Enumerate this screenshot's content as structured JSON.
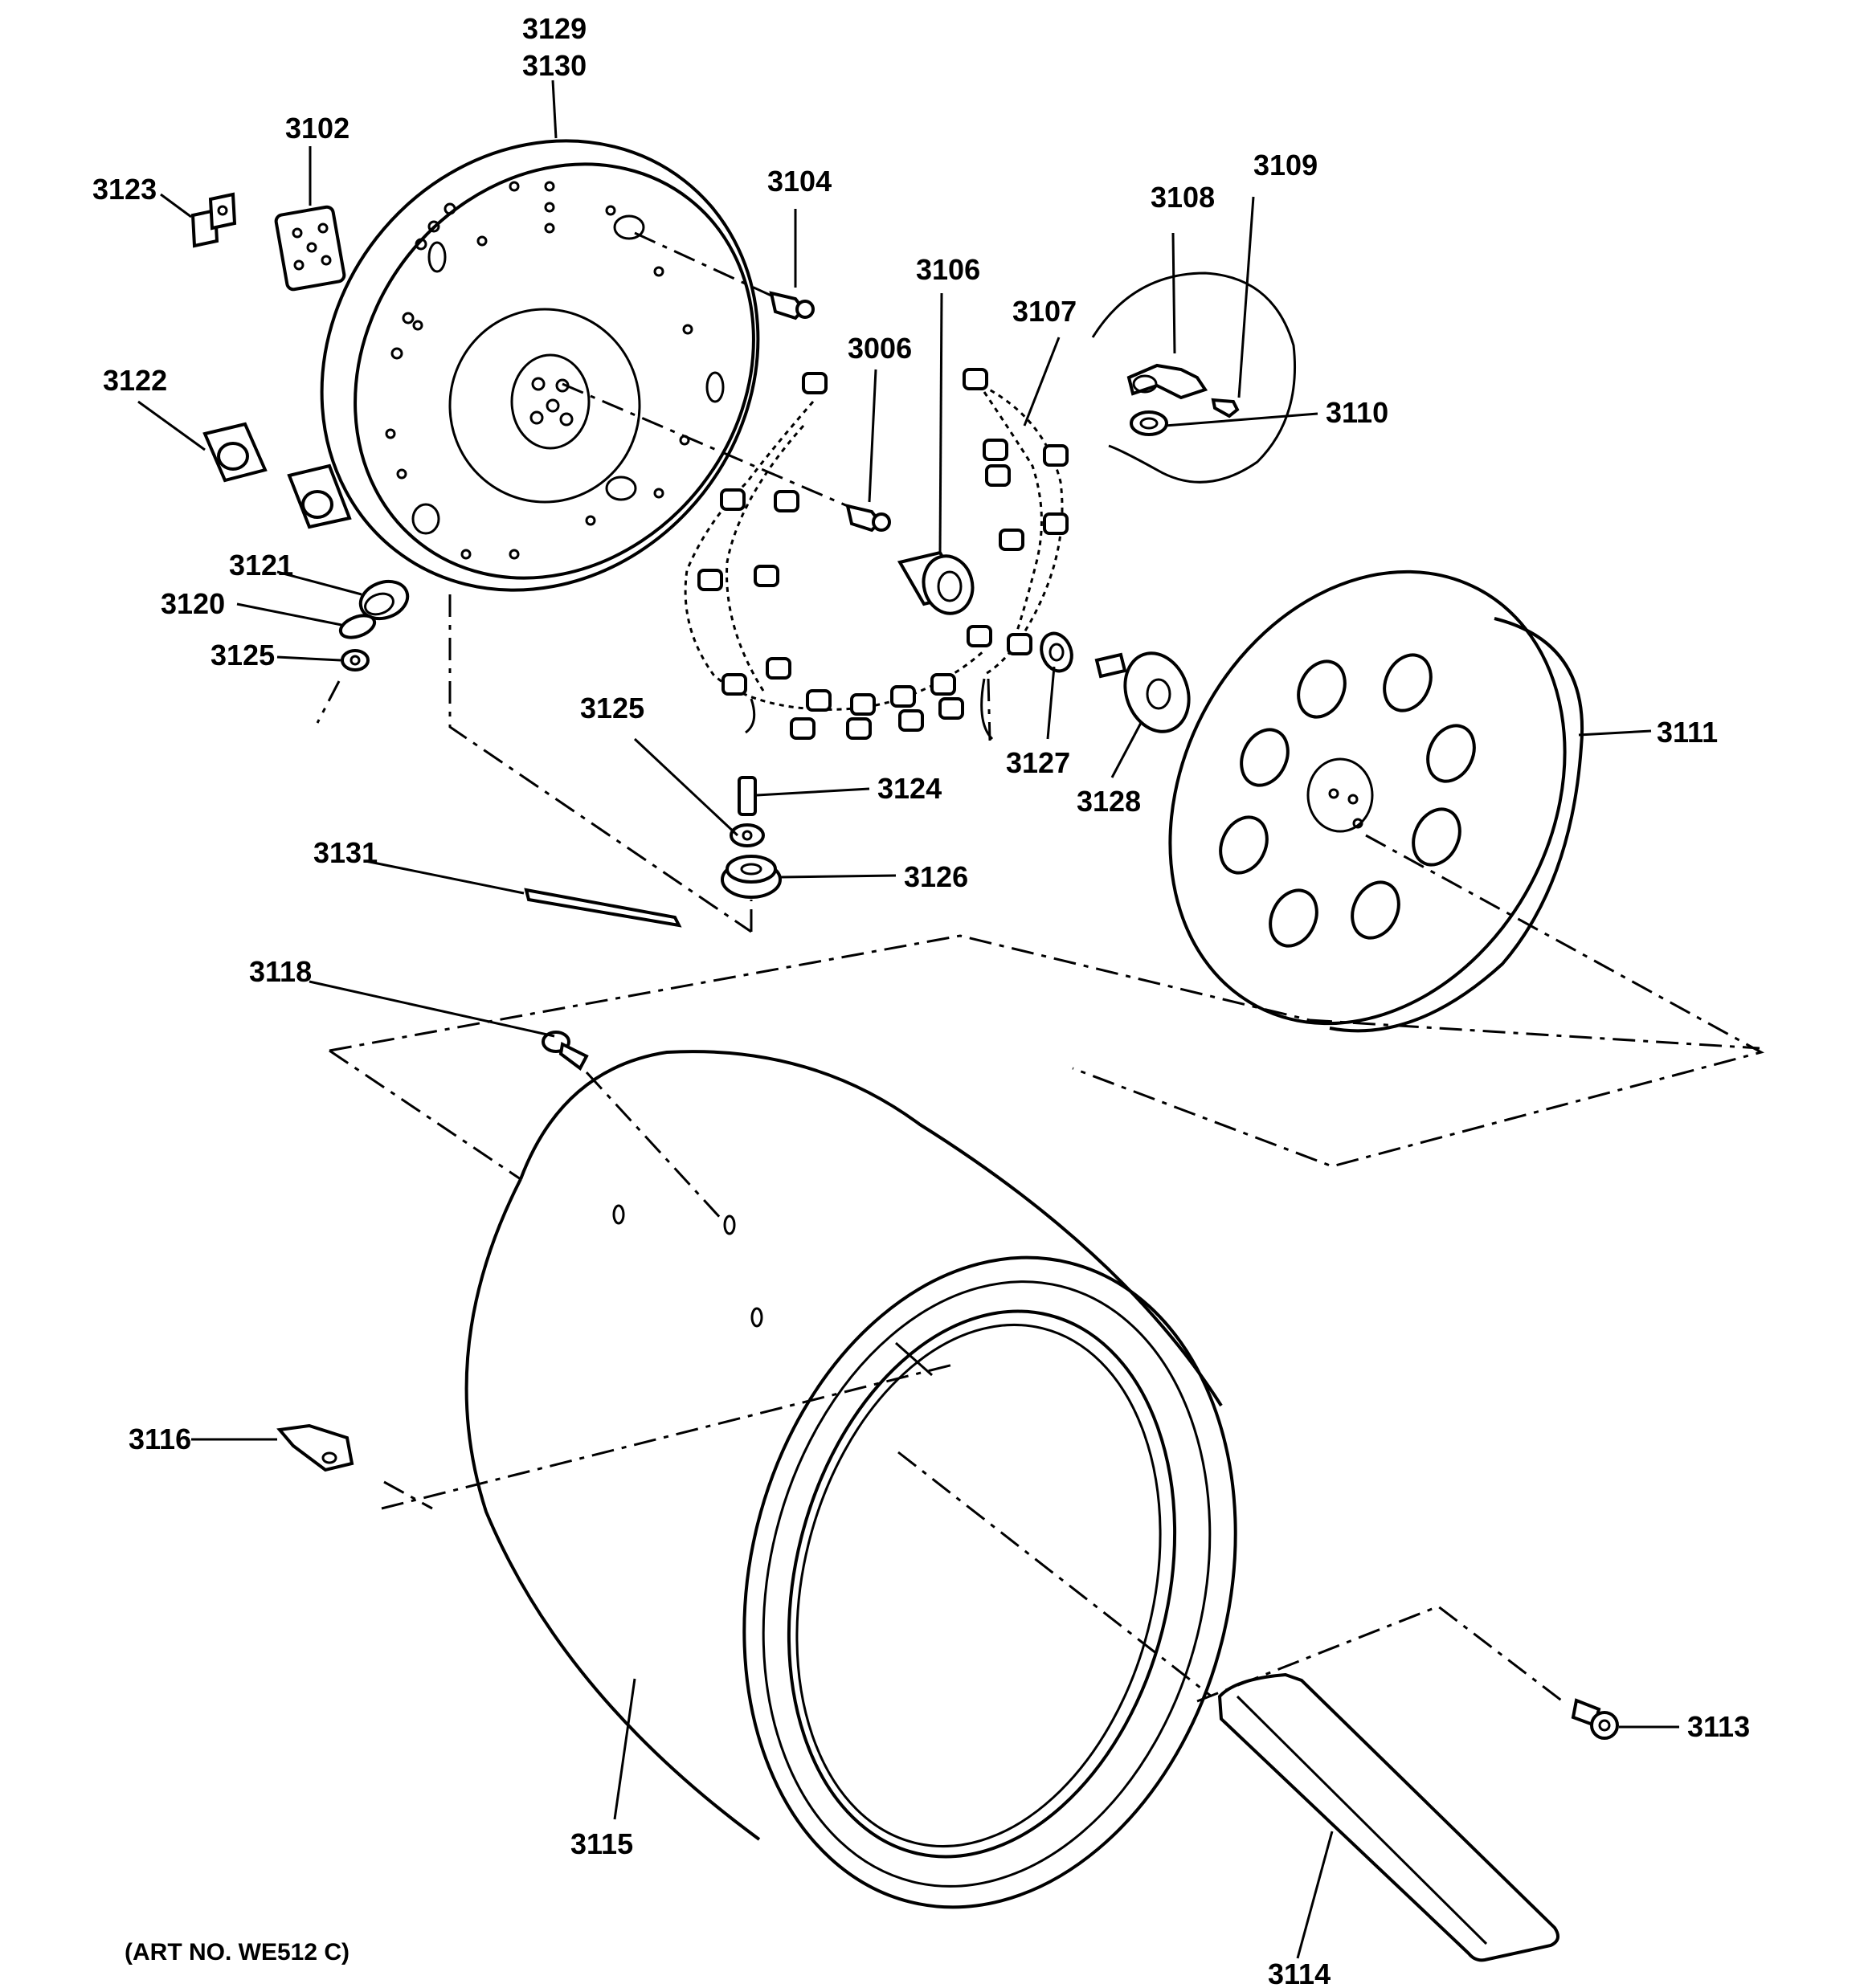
{
  "labels": {
    "p3129": "3129",
    "p3130": "3130",
    "p3102": "3102",
    "p3123": "3123",
    "p3104": "3104",
    "p3109": "3109",
    "p3108": "3108",
    "p3106": "3106",
    "p3107": "3107",
    "p3006": "3006",
    "p3110": "3110",
    "p3122": "3122",
    "p3121": "3121",
    "p3120": "3120",
    "p3125a": "3125",
    "p3125b": "3125",
    "p3124": "3124",
    "p3126": "3126",
    "p3127": "3127",
    "p3128": "3128",
    "p3111": "3111",
    "p3131": "3131",
    "p3118": "3118",
    "p3116": "3116",
    "p3113": "3113",
    "p3115": "3115",
    "p3114": "3114"
  },
  "art_number": "(ART NO. WE512 C)"
}
